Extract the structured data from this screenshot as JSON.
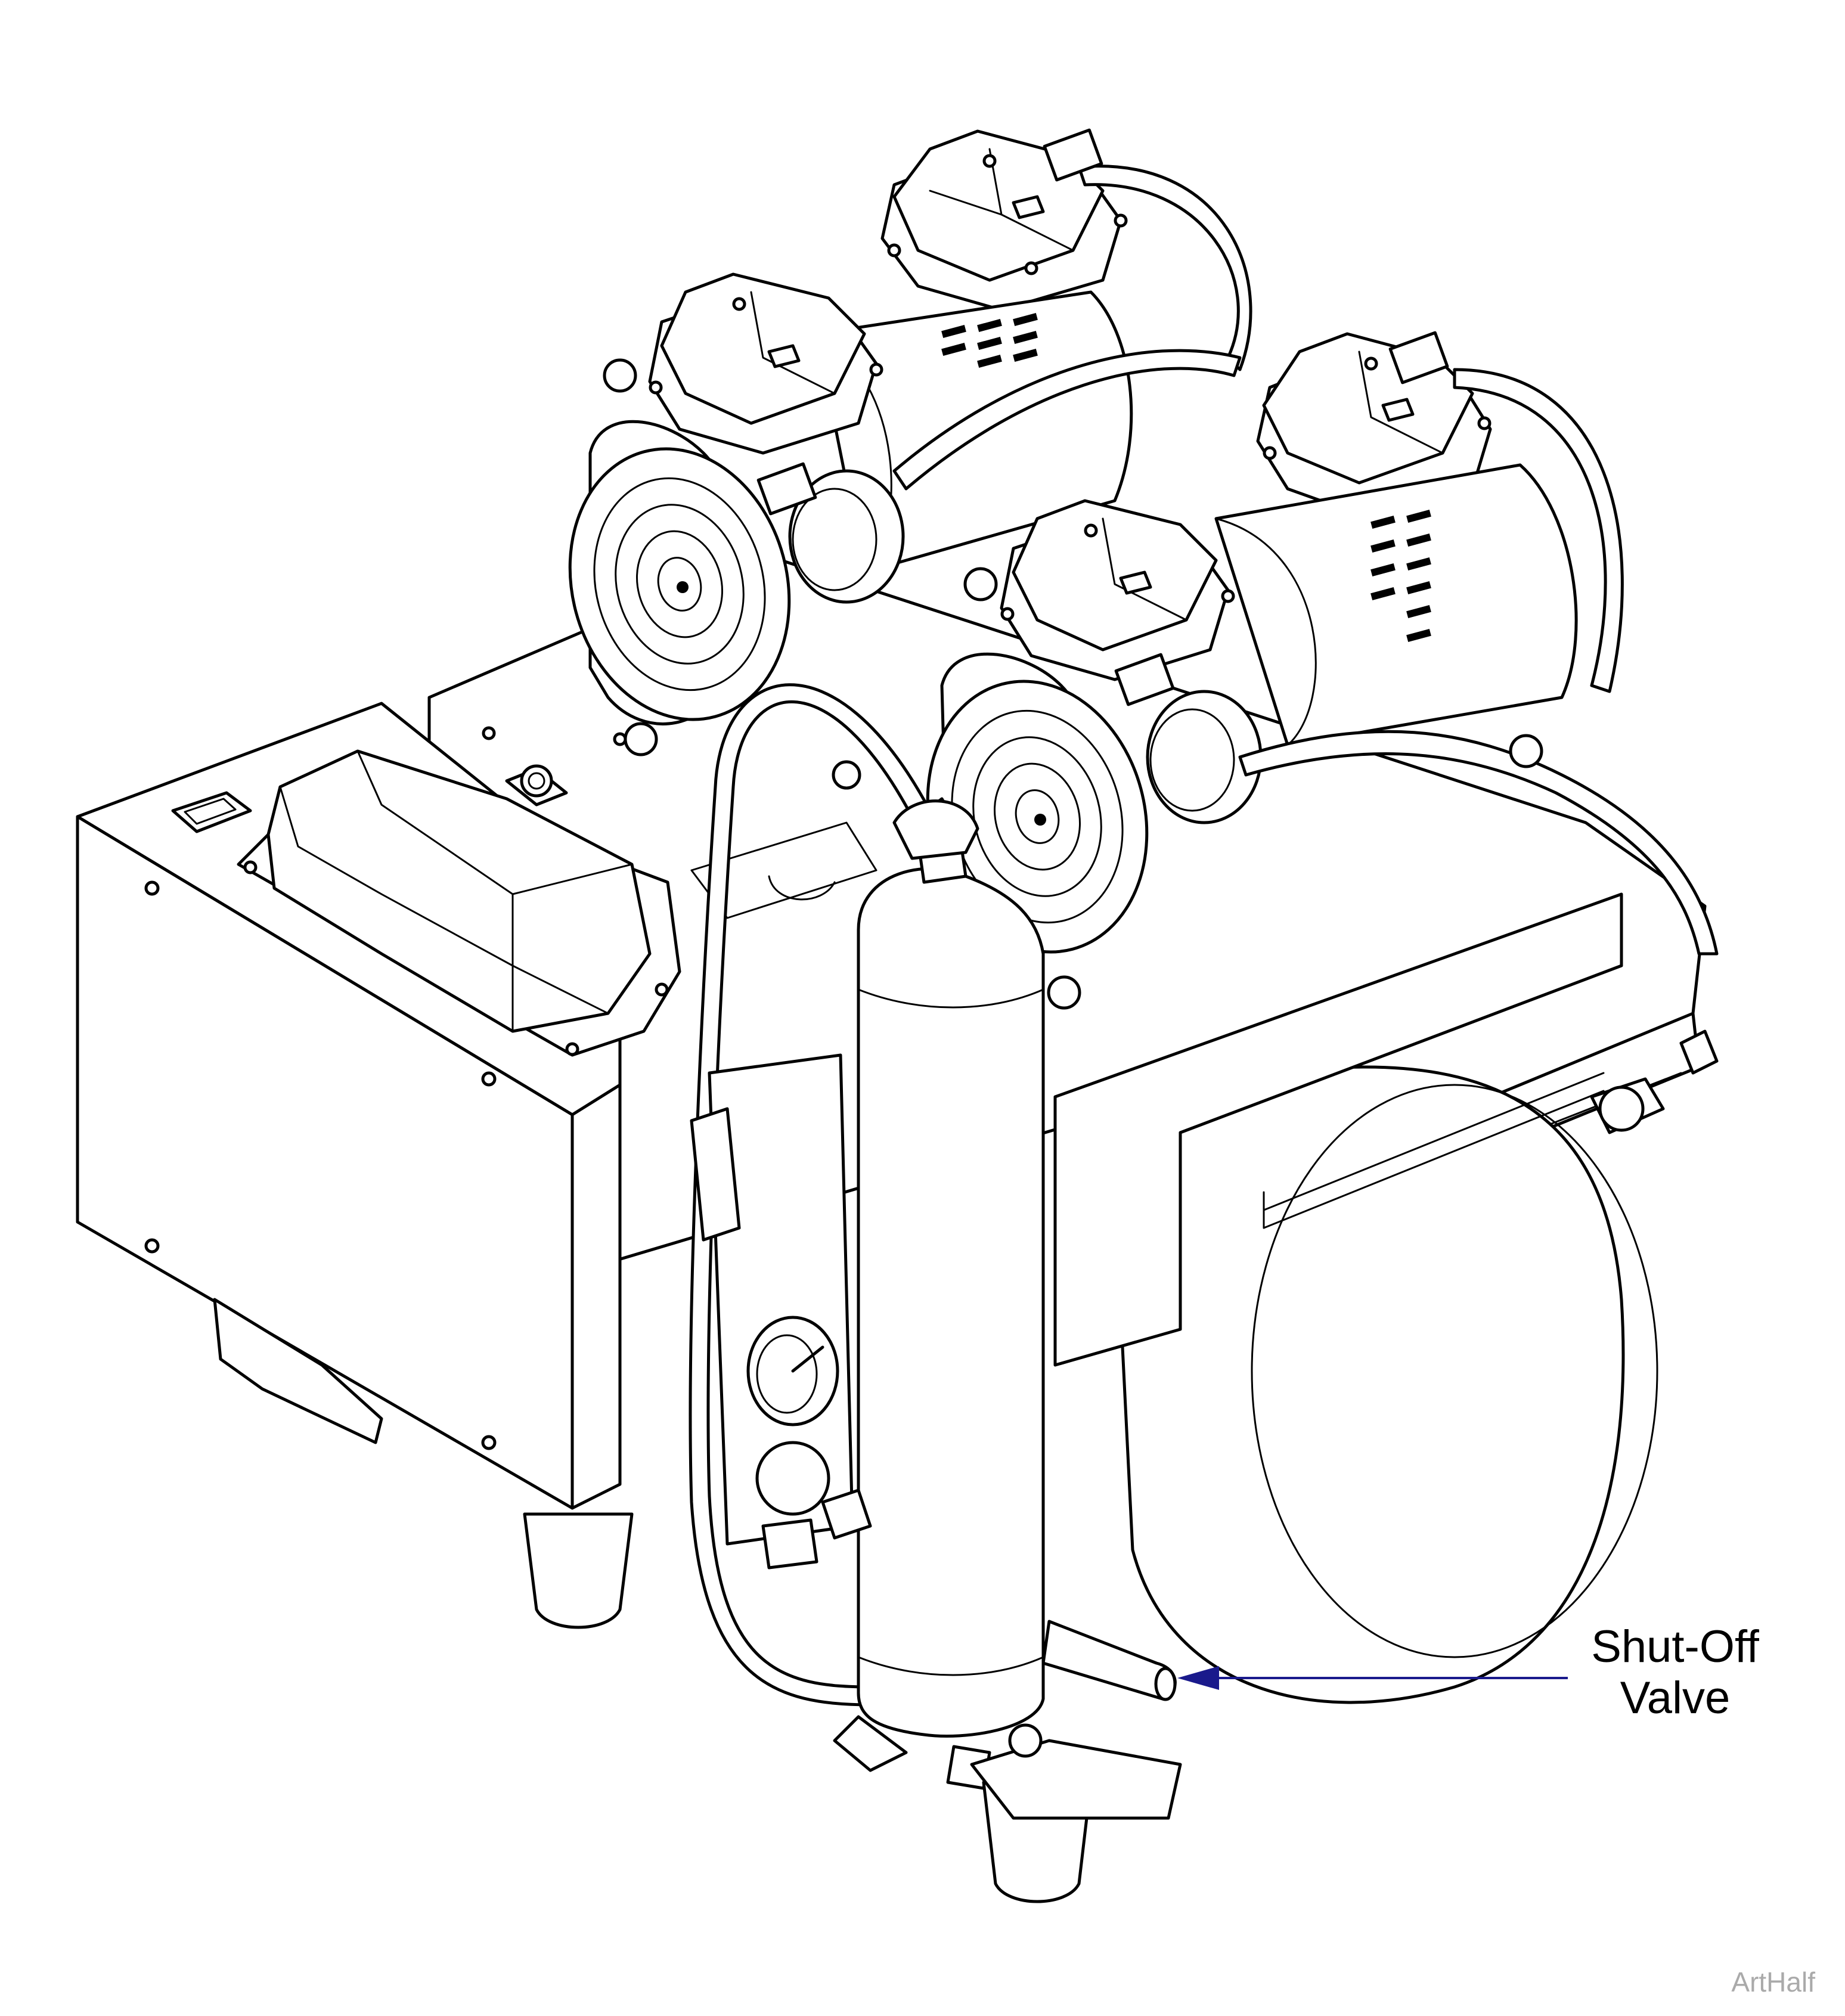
{
  "callout": {
    "line1": "Shut-Off",
    "line2": "Valve",
    "arrow_color": "#1a1a8c"
  },
  "watermark": "ArtHalf"
}
